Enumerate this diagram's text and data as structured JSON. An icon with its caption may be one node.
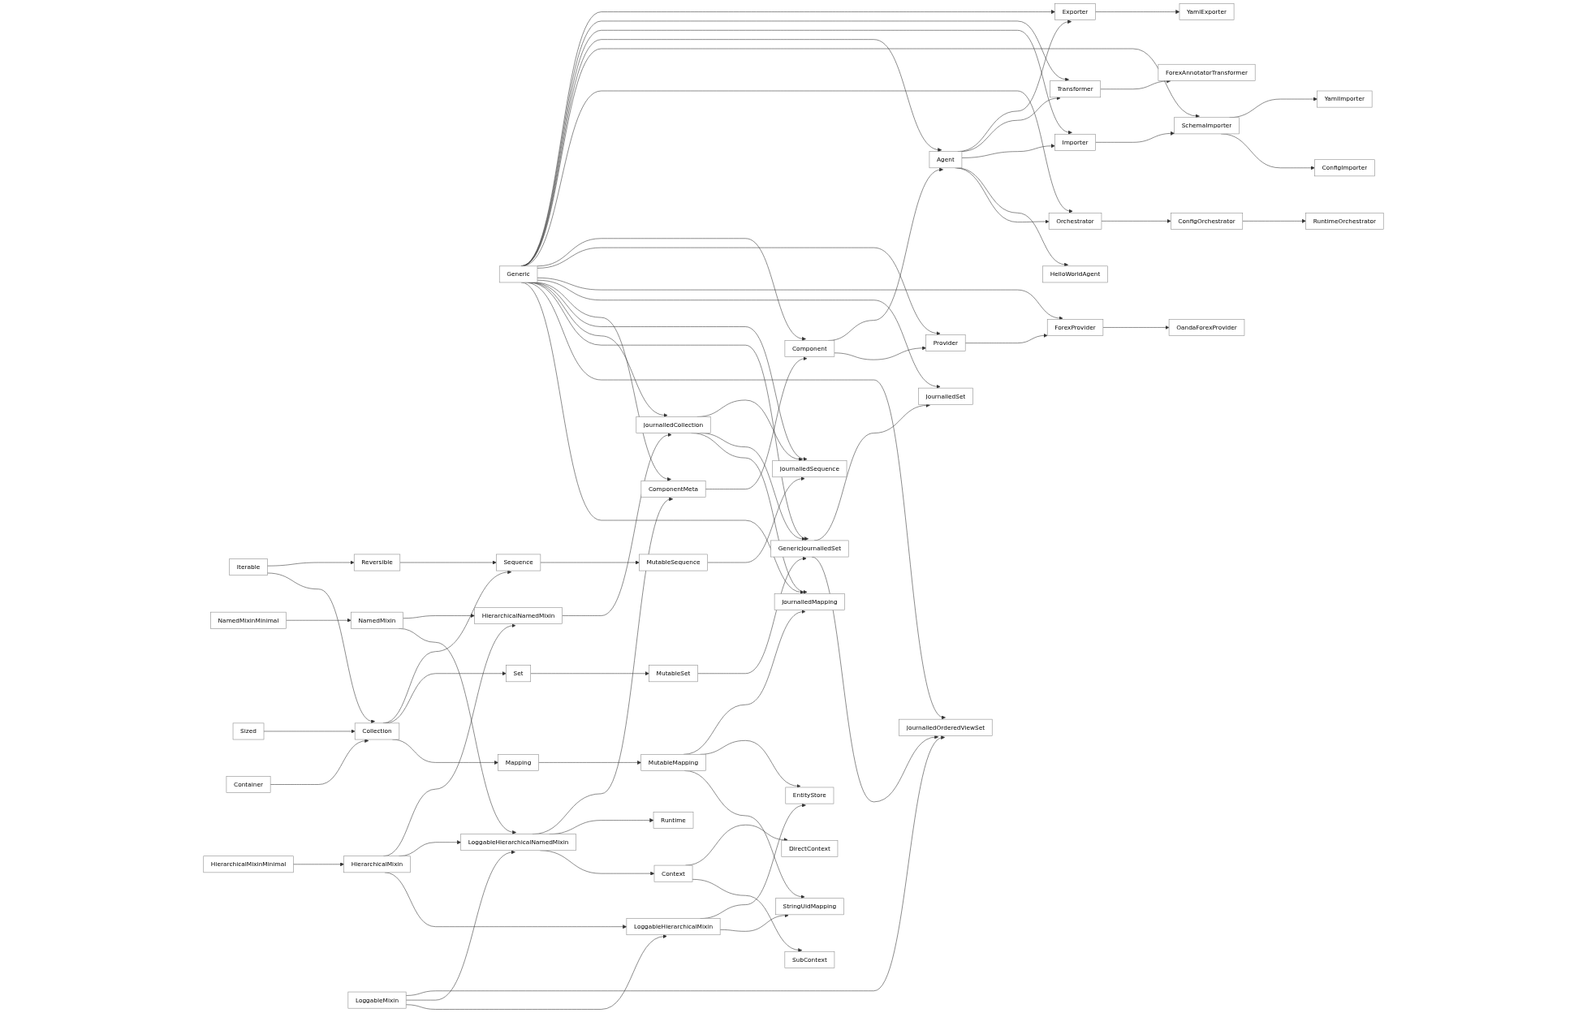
{
  "diagram": {
    "nodes": [
      {
        "text": [
          "Exporter"
        ]
      },
      {
        "text": [
          "YamlExporter"
        ]
      },
      {
        "text": [
          "Transformer"
        ]
      },
      {
        "text": [
          "ForexAnnotatorTransformer"
        ]
      },
      {
        "text": [
          "Importer"
        ]
      },
      {
        "text": [
          "Agent"
        ]
      },
      {
        "text": [
          "HelloWorldAgent"
        ]
      },
      {
        "text": [
          "SchemaImporter"
        ]
      },
      {
        "text": [
          "YamlImporter"
        ]
      },
      {
        "text": [
          "ConfigImporter"
        ]
      },
      {
        "text": [
          "Orchestrator"
        ]
      },
      {
        "text": [
          "ConfigOrchestrator"
        ]
      },
      {
        "text": [
          "RuntimeOrchestrator"
        ]
      },
      {
        "text": [
          "Component"
        ]
      },
      {
        "text": [
          "Provider"
        ]
      },
      {
        "text": [
          "Generic"
        ]
      },
      {
        "text": [
          "ForexProvider"
        ]
      },
      {
        "text": [
          "OandaForexProvider"
        ]
      },
      {
        "text": [
          "JournalledSet"
        ]
      },
      {
        "text": [
          "ComponentMeta"
        ]
      },
      {
        "text": [
          "MutableSequence"
        ]
      },
      {
        "text": [
          "JournalledSequence"
        ]
      },
      {
        "text": [
          "Iterable"
        ]
      },
      {
        "text": [
          "Reversible"
        ]
      },
      {
        "text": [
          "Sequence"
        ]
      },
      {
        "text": [
          "JournalledCollection"
        ]
      },
      {
        "text": [
          "GenericJournalledSet"
        ]
      },
      {
        "text": [
          "JournalledOrderedViewSet"
        ]
      },
      {
        "text": [
          "Sized"
        ]
      },
      {
        "text": [
          "Collection"
        ]
      },
      {
        "text": [
          "Set"
        ]
      },
      {
        "text": [
          "MutableSet"
        ]
      },
      {
        "text": [
          "Container"
        ]
      },
      {
        "text": [
          "Mapping"
        ]
      },
      {
        "text": [
          "JournalledMapping"
        ]
      },
      {
        "text": [
          "NamedMixinMinimal"
        ]
      },
      {
        "text": [
          "NamedMixin"
        ]
      },
      {
        "text": [
          "HierarchicalNamedMixin"
        ]
      },
      {
        "text": [
          "MutableMapping"
        ]
      },
      {
        "text": [
          "EntityStore"
        ]
      },
      {
        "text": [
          "HierarchicalMixinMinimal"
        ]
      },
      {
        "text": [
          "HierarchicalMixin"
        ]
      },
      {
        "text": [
          "LoggableHierarchicalNamedMixin"
        ]
      },
      {
        "text": [
          "Runtime"
        ]
      },
      {
        "text": [
          "StringUidMapping"
        ]
      },
      {
        "text": [
          "LoggableMixin"
        ]
      },
      {
        "text": [
          "LoggableHierarchicalMixin"
        ]
      },
      {
        "text": [
          "DirectContext"
        ]
      },
      {
        "text": [
          "Context"
        ]
      },
      {
        "text": [
          "SubContext"
        ]
      }
    ],
    "edges": [
      {
        "from": 15,
        "to": 0,
        "arrow": "to"
      },
      {
        "from": 15,
        "to": 2,
        "arrow": "to"
      },
      {
        "from": 15,
        "to": 4,
        "arrow": "to"
      },
      {
        "from": 15,
        "to": 5,
        "arrow": "to"
      },
      {
        "from": 15,
        "to": 7,
        "arrow": "to"
      },
      {
        "from": 15,
        "to": 10,
        "arrow": "to"
      },
      {
        "from": 15,
        "to": 13,
        "arrow": "to"
      },
      {
        "from": 15,
        "to": 14,
        "arrow": "to"
      },
      {
        "from": 15,
        "to": 16,
        "arrow": "to"
      },
      {
        "from": 15,
        "to": 18,
        "arrow": "to"
      },
      {
        "from": 15,
        "to": 19,
        "arrow": "to"
      },
      {
        "from": 15,
        "to": 21,
        "arrow": "to"
      },
      {
        "from": 15,
        "to": 25,
        "arrow": "to"
      },
      {
        "from": 15,
        "to": 26,
        "arrow": "to"
      },
      {
        "from": 15,
        "to": 27,
        "arrow": "to"
      },
      {
        "from": 15,
        "to": 34,
        "arrow": "to"
      },
      {
        "from": 0,
        "to": 1,
        "arrow": "to"
      },
      {
        "from": 2,
        "to": 3,
        "arrow": "to"
      },
      {
        "from": 4,
        "to": 7,
        "arrow": "to"
      },
      {
        "from": 7,
        "to": 8,
        "arrow": "to"
      },
      {
        "from": 7,
        "to": 9,
        "arrow": "to"
      },
      {
        "from": 5,
        "to": 0,
        "arrow": "to"
      },
      {
        "from": 5,
        "to": 2,
        "arrow": "to"
      },
      {
        "from": 5,
        "to": 4,
        "arrow": "to"
      },
      {
        "from": 5,
        "to": 6,
        "arrow": "to"
      },
      {
        "from": 5,
        "to": 10,
        "arrow": "to"
      },
      {
        "from": 10,
        "to": 11,
        "arrow": "to"
      },
      {
        "from": 11,
        "to": 12,
        "arrow": "to"
      },
      {
        "from": 13,
        "to": 5,
        "arrow": "to"
      },
      {
        "from": 13,
        "to": 14,
        "arrow": "to"
      },
      {
        "from": 14,
        "to": 16,
        "arrow": "to"
      },
      {
        "from": 16,
        "to": 17,
        "arrow": "to"
      },
      {
        "from": 19,
        "to": 13,
        "arrow": "to"
      },
      {
        "from": 42,
        "to": 19,
        "arrow": "to"
      },
      {
        "from": 20,
        "to": 21,
        "arrow": "to"
      },
      {
        "from": 25,
        "to": 21,
        "arrow": "to"
      },
      {
        "from": 25,
        "to": 26,
        "arrow": "to"
      },
      {
        "from": 25,
        "to": 34,
        "arrow": "to"
      },
      {
        "from": 31,
        "to": 26,
        "arrow": "to"
      },
      {
        "from": 26,
        "to": 18,
        "arrow": "to"
      },
      {
        "from": 26,
        "to": 27,
        "arrow": "to"
      },
      {
        "from": 45,
        "to": 27,
        "arrow": "to"
      },
      {
        "from": 22,
        "to": 23,
        "arrow": "to"
      },
      {
        "from": 22,
        "to": 29,
        "arrow": "to"
      },
      {
        "from": 23,
        "to": 24,
        "arrow": "to"
      },
      {
        "from": 24,
        "to": 20,
        "arrow": "to"
      },
      {
        "from": 28,
        "to": 29,
        "arrow": "to"
      },
      {
        "from": 32,
        "to": 29,
        "arrow": "to"
      },
      {
        "from": 29,
        "to": 24,
        "arrow": "to"
      },
      {
        "from": 29,
        "to": 30,
        "arrow": "to"
      },
      {
        "from": 29,
        "to": 33,
        "arrow": "to"
      },
      {
        "from": 30,
        "to": 31,
        "arrow": "to"
      },
      {
        "from": 33,
        "to": 38,
        "arrow": "to"
      },
      {
        "from": 38,
        "to": 34,
        "arrow": "to"
      },
      {
        "from": 38,
        "to": 39,
        "arrow": "to"
      },
      {
        "from": 38,
        "to": 44,
        "arrow": "to"
      },
      {
        "from": 37,
        "to": 25,
        "arrow": "to"
      },
      {
        "from": 35,
        "to": 36,
        "arrow": "to"
      },
      {
        "from": 36,
        "to": 37,
        "arrow": "to"
      },
      {
        "from": 36,
        "to": 42,
        "arrow": "to"
      },
      {
        "from": 40,
        "to": 41,
        "arrow": "to"
      },
      {
        "from": 41,
        "to": 37,
        "arrow": "to"
      },
      {
        "from": 41,
        "to": 42,
        "arrow": "to"
      },
      {
        "from": 41,
        "to": 46,
        "arrow": "to"
      },
      {
        "from": 45,
        "to": 42,
        "arrow": "to"
      },
      {
        "from": 45,
        "to": 46,
        "arrow": "to"
      },
      {
        "from": 42,
        "to": 43,
        "arrow": "to"
      },
      {
        "from": 42,
        "to": 48,
        "arrow": "to"
      },
      {
        "from": 46,
        "to": 39,
        "arrow": "to"
      },
      {
        "from": 46,
        "to": 44,
        "arrow": "to"
      },
      {
        "from": 48,
        "to": 47,
        "arrow": "to"
      },
      {
        "from": 48,
        "to": 49,
        "arrow": "to"
      }
    ]
  }
}
